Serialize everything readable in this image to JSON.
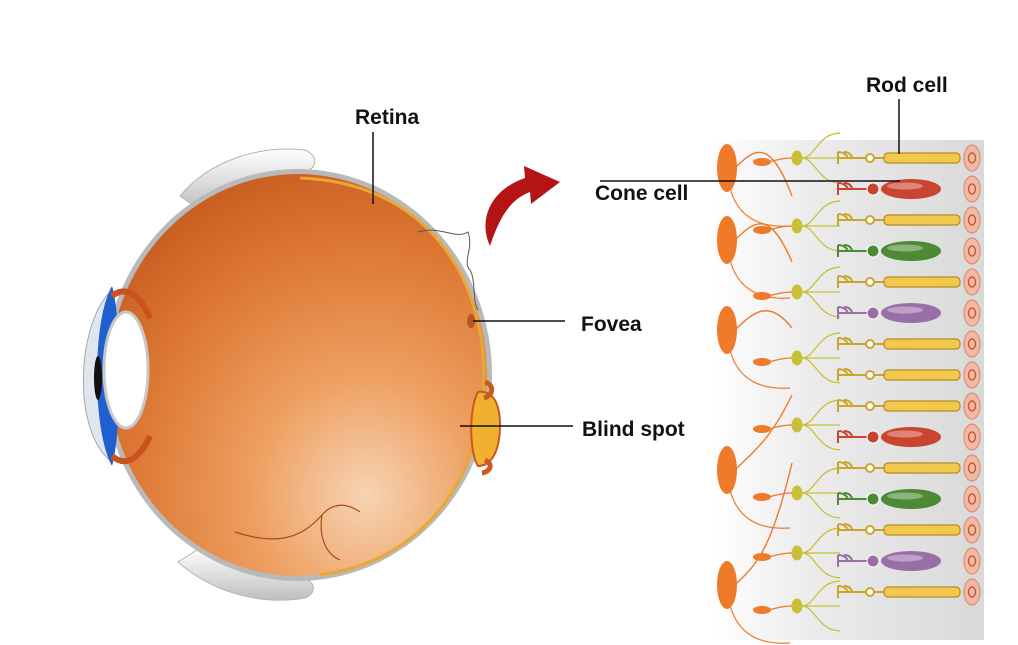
{
  "labels": {
    "retina": "Retina",
    "rod_cell": "Rod cell",
    "cone_cell": "Cone cell",
    "fovea": "Fovea",
    "blind_spot": "Blind spot"
  },
  "colors": {
    "eyeball": "#de7a33",
    "eyeball_light": "#f4c9a2",
    "iris": "#1f5fd0",
    "rod": "#f2c94c",
    "cone_red": "#c9452f",
    "cone_green": "#4e8a35",
    "cone_purple": "#9a6fa8",
    "bipolar": "#c8c037",
    "ganglion": "#ef7a2a",
    "pigment": "#f2b9a3",
    "arrow": "#b51414"
  },
  "photoreceptors": [
    "rod",
    "cone_red",
    "rod",
    "cone_green",
    "rod",
    "cone_purple",
    "rod",
    "rod",
    "rod",
    "cone_red",
    "rod",
    "cone_green",
    "rod",
    "cone_purple",
    "rod"
  ]
}
